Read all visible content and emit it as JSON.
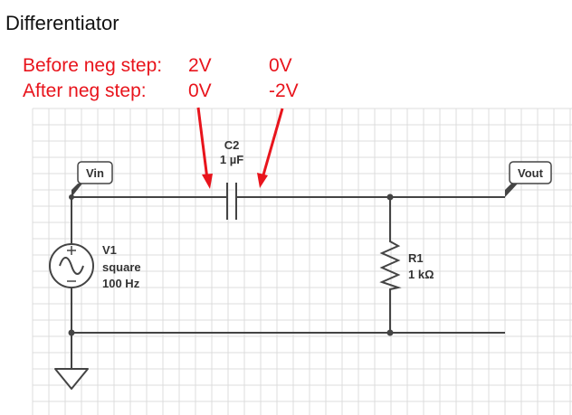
{
  "title": "Differentiator",
  "annotation": {
    "color": "#e8141c",
    "row1": {
      "label": "Before neg step:",
      "left_value": "2V",
      "right_value": "0V"
    },
    "row2": {
      "label": "After neg step:",
      "left_value": "0V",
      "right_value": "-2V"
    }
  },
  "tags": {
    "vin": "Vin",
    "vout": "Vout"
  },
  "components": {
    "capacitor": {
      "name": "C2",
      "value": "1 µF",
      "icon": "capacitor-icon"
    },
    "source": {
      "name": "V1",
      "type": "square",
      "frequency": "100 Hz",
      "icon": "ac-source-icon"
    },
    "resistor": {
      "name": "R1",
      "value": "1 kΩ",
      "icon": "resistor-icon"
    },
    "ground": {
      "icon": "ground-icon"
    }
  },
  "colors": {
    "wire": "#444444",
    "grid": "#dcdcdc",
    "annotation": "#e8141c"
  }
}
